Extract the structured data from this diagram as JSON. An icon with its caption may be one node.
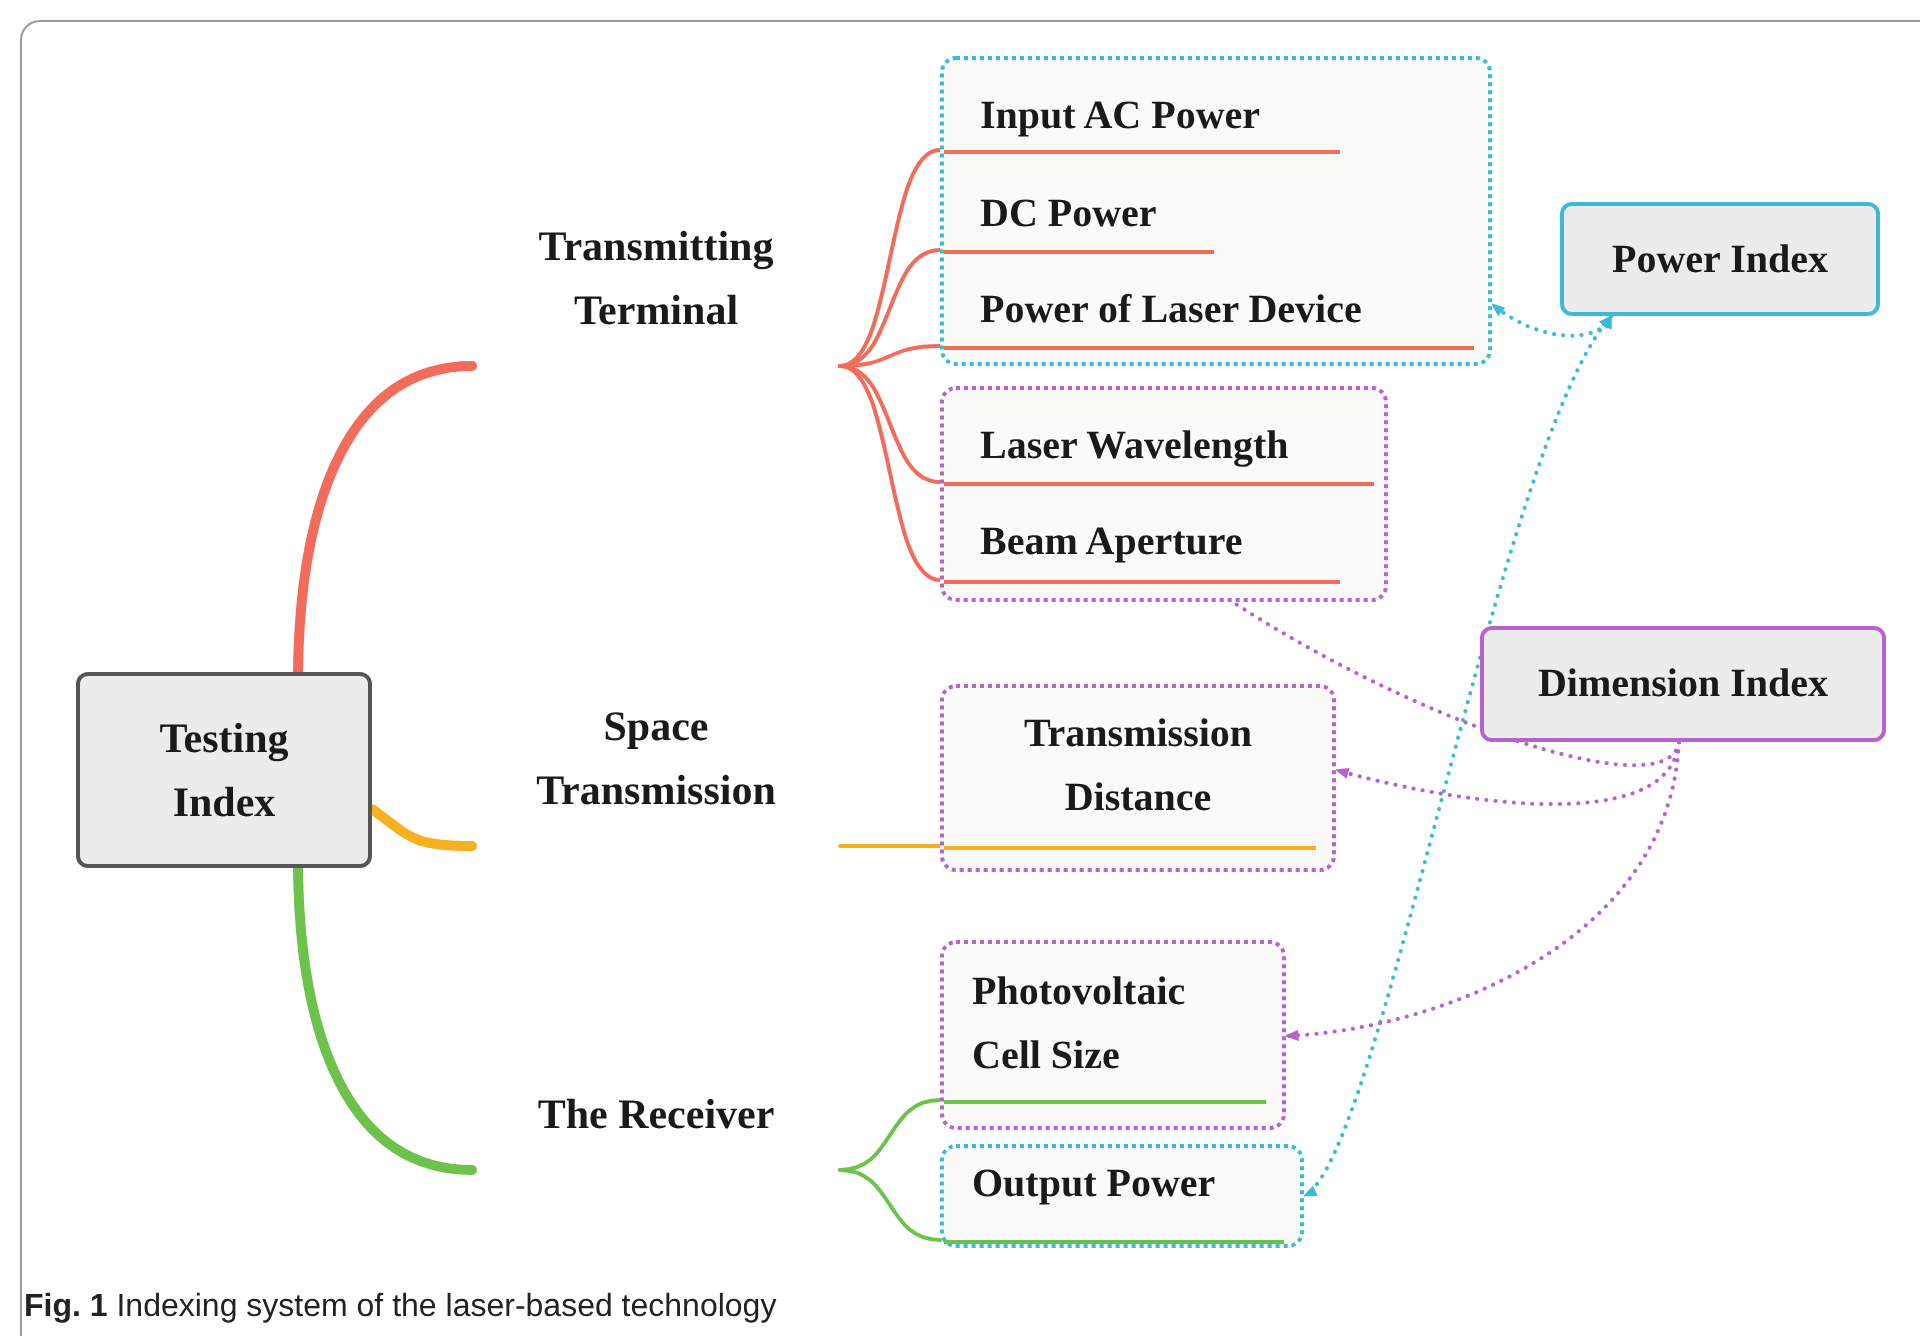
{
  "diagram": {
    "caption": "**Fig. 1** Indexing system of the laser-based technology",
    "nodes": [
      {
        "text": [
          "Testing Index"
        ]
      },
      {
        "text": [
          "Transmitting Terminal"
        ]
      },
      {
        "text": [
          "Space Transmission"
        ]
      },
      {
        "text": [
          "The Receiver"
        ]
      },
      {
        "text": [],
        "shape": "box"
      },
      {
        "text": [
          "Input AC Power"
        ],
        "in": 4
      },
      {
        "text": [
          "DC Power"
        ],
        "in": 4
      },
      {
        "text": [
          "Power of Laser Device"
        ],
        "in": 4
      },
      {
        "text": [],
        "shape": "box"
      },
      {
        "text": [
          "Laser Wavelength"
        ],
        "in": 8
      },
      {
        "text": [
          "Beam Aperture"
        ],
        "in": 8
      },
      {
        "text": [
          "Transmission Distance"
        ]
      },
      {
        "text": [
          "Photovoltaic Cell Size"
        ]
      },
      {
        "text": [
          "Output Power"
        ]
      },
      {
        "text": [
          "Power Index"
        ]
      },
      {
        "text": [
          "Dimension Index"
        ]
      }
    ],
    "edges": [
      {
        "from": 0,
        "to": 1,
        "arrow": "none",
        "style": "thick",
        "color": "#f26b5b"
      },
      {
        "from": 1,
        "to": 5,
        "arrow": "none",
        "color": "#f26b5b"
      },
      {
        "from": 1,
        "to": 6,
        "arrow": "none",
        "color": "#f26b5b"
      },
      {
        "from": 1,
        "to": 7,
        "arrow": "none",
        "color": "#f26b5b"
      },
      {
        "from": 1,
        "to": 9,
        "arrow": "none",
        "color": "#f26b5b"
      },
      {
        "from": 1,
        "to": 10,
        "arrow": "none",
        "color": "#f26b5b"
      },
      {
        "from": 0,
        "to": 2,
        "arrow": "none",
        "style": "thick",
        "color": "#f5b120"
      },
      {
        "from": 2,
        "to": 11,
        "arrow": "none",
        "color": "#f5b120"
      },
      {
        "from": 0,
        "to": 3,
        "arrow": "none",
        "style": "thick",
        "color": "#6cc24a"
      },
      {
        "from": 3,
        "to": 12,
        "arrow": "none",
        "color": "#6cc24a"
      },
      {
        "from": 3,
        "to": 13,
        "arrow": "none",
        "color": "#6cc24a"
      },
      {
        "from": 14,
        "to": 4,
        "arrow": "both",
        "style": "dashed",
        "color": "#3bbbd9"
      },
      {
        "from": 14,
        "to": 13,
        "arrow": "both",
        "style": "dashed",
        "color": "#3bbbd9"
      },
      {
        "from": 15,
        "to": 10,
        "arrow": "to",
        "style": "dashed",
        "color": "#b862d0"
      },
      {
        "from": 15,
        "to": 11,
        "arrow": "to",
        "style": "dashed",
        "color": "#b862d0"
      },
      {
        "from": 15,
        "to": 12,
        "arrow": "to",
        "style": "dashed",
        "color": "#b862d0"
      }
    ]
  }
}
